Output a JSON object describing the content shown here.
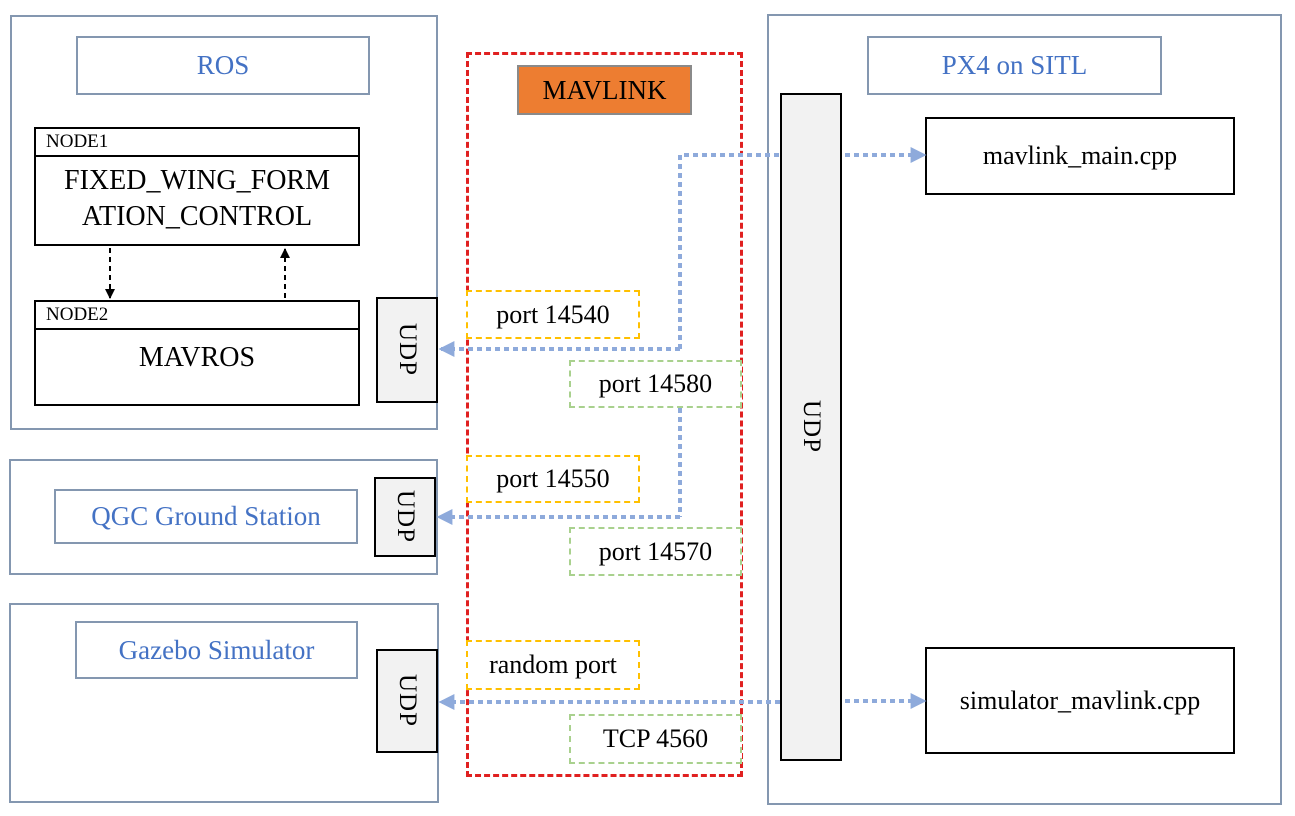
{
  "ros": {
    "title": "ROS",
    "node1": {
      "label": "NODE1",
      "text_line1": "FIXED_WING_FORM",
      "text_line2": "ATION_CONTROL"
    },
    "node2": {
      "label": "NODE2",
      "text": "MAVROS"
    },
    "udp": "UDP"
  },
  "qgc": {
    "title": "QGC Ground Station",
    "udp": "UDP"
  },
  "gazebo": {
    "title": "Gazebo Simulator",
    "udp": "UDP"
  },
  "mavlink": {
    "title": "MAVLINK",
    "ports": {
      "p14540": "port 14540",
      "p14580": "port 14580",
      "p14550": "port 14550",
      "p14570": "port 14570",
      "random": "random port",
      "tcp": "TCP 4560"
    }
  },
  "px4": {
    "title": "PX4 on SITL",
    "udp": "UDP",
    "mavlink_main": "mavlink_main.cpp",
    "simulator_mavlink": "simulator_mavlink.cpp"
  },
  "colors": {
    "panel_border": "#8497b0",
    "title_text": "#4472c4",
    "mavlink_frame": "#e02020",
    "mavlink_label_fill": "#ed7d31",
    "port_yellow": "#ffc000",
    "port_green": "#a9d18e",
    "link_line": "#8eaadb",
    "udp_fill": "#f2f2f2"
  }
}
